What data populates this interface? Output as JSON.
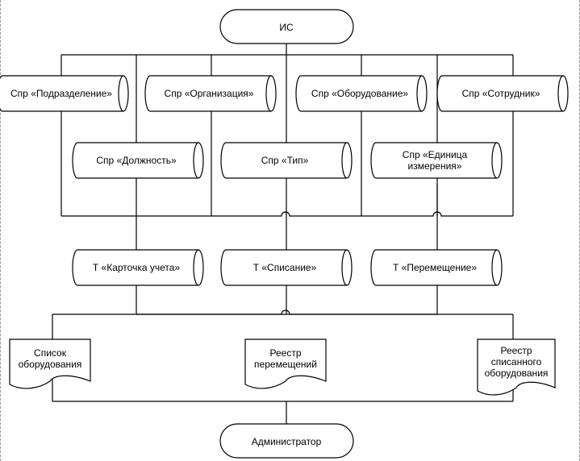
{
  "top": {
    "label": "ИС"
  },
  "bottom": {
    "label": "Администратор"
  },
  "references_row1": [
    {
      "lines": [
        "Спр «Подразделение»"
      ]
    },
    {
      "lines": [
        "Спр «Организация»"
      ]
    },
    {
      "lines": [
        "Спр «Оборудование»"
      ]
    },
    {
      "lines": [
        "Спр «Сотрудник»"
      ]
    }
  ],
  "references_row2": [
    {
      "lines": [
        "Спр «Должность»"
      ]
    },
    {
      "lines": [
        "Спр «Тип»"
      ]
    },
    {
      "lines": [
        "Спр «Единица",
        "измерения»"
      ]
    }
  ],
  "tables": [
    {
      "lines": [
        "Т «Карточка учета»"
      ]
    },
    {
      "lines": [
        "Т «Списание»"
      ]
    },
    {
      "lines": [
        "Т «Перемещение»"
      ]
    }
  ],
  "documents": [
    {
      "lines": [
        "Список",
        "оборудования"
      ]
    },
    {
      "lines": [
        "Реестр",
        "перемещений"
      ]
    },
    {
      "lines": [
        "Реестр",
        "списанного",
        "оборудования"
      ]
    }
  ]
}
